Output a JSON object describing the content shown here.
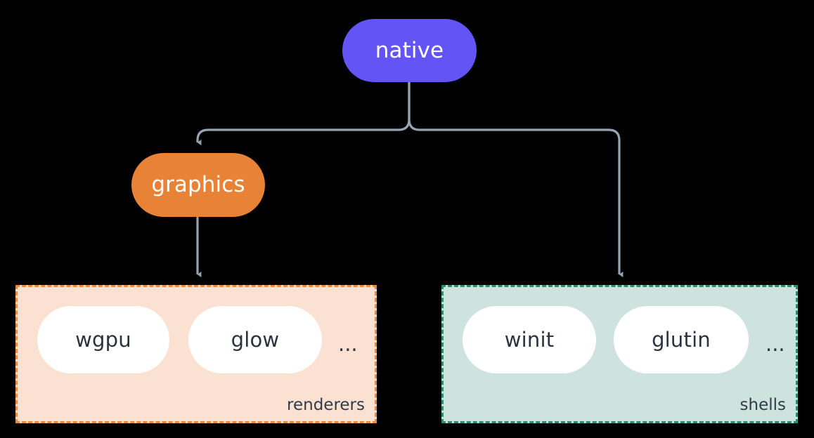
{
  "diagram": {
    "title": "native",
    "background_color": "#000000",
    "connector_color": "#96A4B2"
  },
  "nodes": {
    "native": {
      "label": "native",
      "color": "#6355F5",
      "text_color": "#FFFFFF"
    },
    "graphics": {
      "label": "graphics",
      "color": "#E78236",
      "text_color": "#FFFFFF"
    }
  },
  "groups": [
    {
      "id": "renderers",
      "label": "renderers",
      "background_color": "#FAE1D2",
      "border_color": "#E8893E",
      "border_style": "dashed",
      "items": [
        {
          "label": "wgpu"
        },
        {
          "label": "glow"
        }
      ],
      "overflow": "..."
    },
    {
      "id": "shells",
      "label": "shells",
      "background_color": "#CEE2DE",
      "border_color": "#2E8B6F",
      "border_style": "dashed",
      "items": [
        {
          "label": "winit"
        },
        {
          "label": "glutin"
        }
      ],
      "overflow": "..."
    }
  ],
  "edges": [
    {
      "from": "native",
      "to": "graphics"
    },
    {
      "from": "native",
      "to": "shells"
    },
    {
      "from": "graphics",
      "to": "renderers"
    }
  ]
}
